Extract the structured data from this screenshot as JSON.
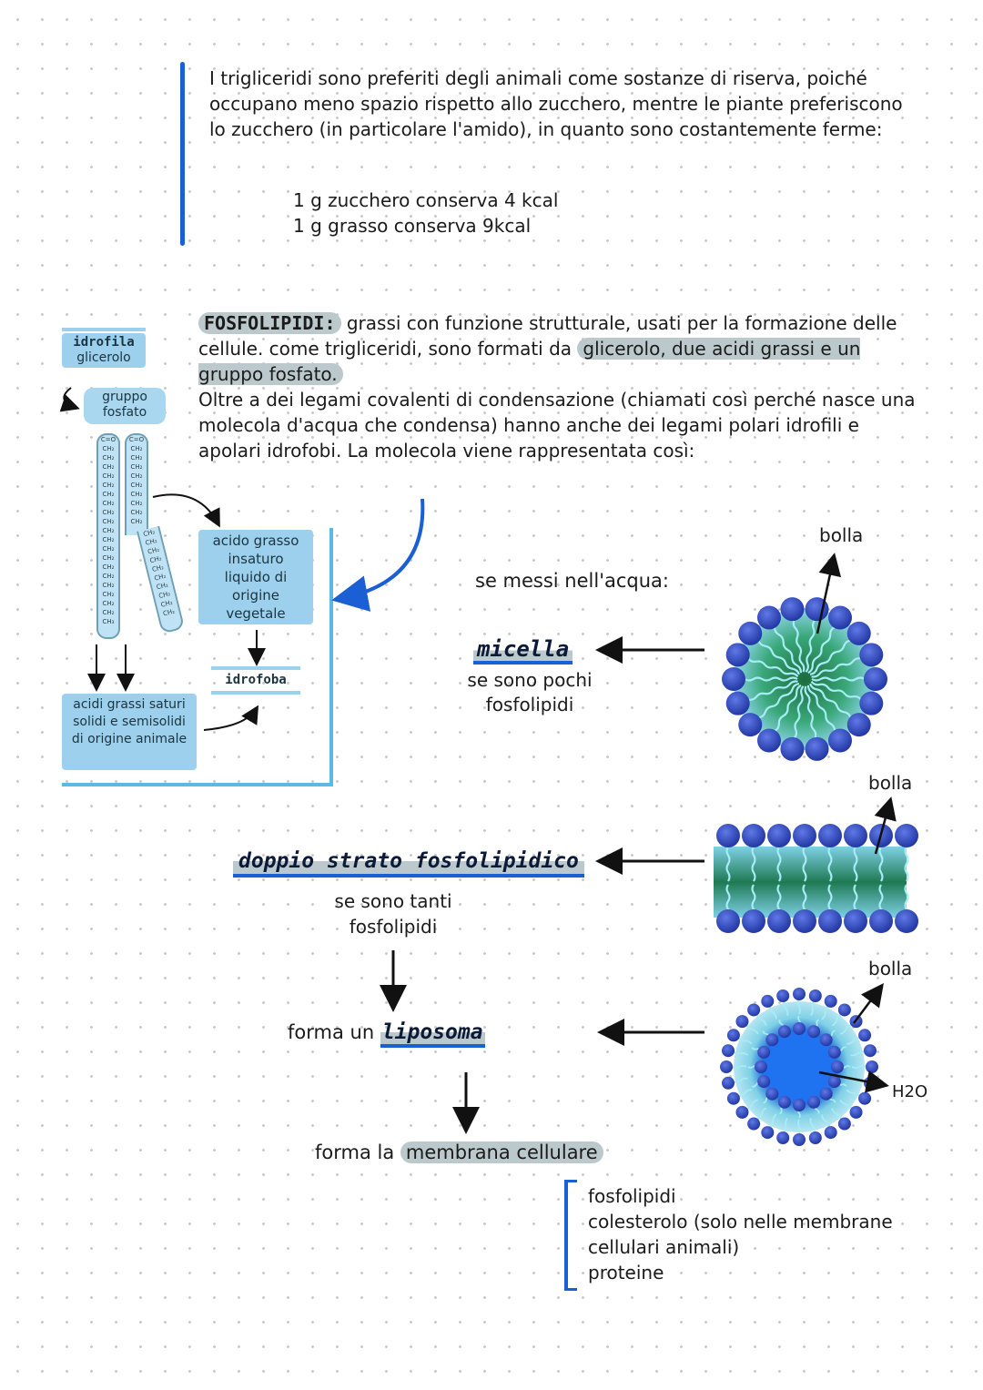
{
  "intro": {
    "paragraph": "I trigliceridi sono preferiti degli animali come sostanze di riserva, poiché occupano meno spazio rispetto allo zucchero, mentre le piante preferiscono lo zucchero (in particolare l'amido), in quanto sono costantemente ferme:",
    "line1": "1 g zucchero conserva 4 kcal",
    "line2": "1 g grasso conserva 9kcal"
  },
  "phospho": {
    "title": "FOSFOLIPIDI:",
    "text_a": " grassi con funzione strutturale, usati per la formazione delle cellule. come trigliceridi, sono formati da ",
    "highlight": "glicerolo, due acidi grassi e un gruppo fosfato.",
    "text_b": "Oltre a dei legami covalenti di condensazione (chiamati così perché nasce una molecola d'acqua che condensa) hanno anche dei legami polari idrofili e apolari idrofobi. La molecola viene rappresentata così:"
  },
  "molecule": {
    "label_idrofila": "idrofila",
    "label_glicerolo": "glicerolo",
    "label_fosfato": "gruppo fosfato",
    "label_insaturo": "acido grasso insaturo liquido di origine vegetale",
    "label_idrofoba": "idrofoba",
    "label_saturi": "acidi grassi saturi solidi e semisolidi di origine animale",
    "chain_top": "C=O",
    "chain_unit": "CH₂",
    "chain_end": "CH₃"
  },
  "water": {
    "intro": "se messi nell'acqua:",
    "micella_title": "micella",
    "micella_desc": "se sono pochi fosfolipidi",
    "bilayer_title": "doppio strato fosfolipidico",
    "bilayer_desc": "se sono tanti fosfolipidi",
    "liposoma_prefix": "forma un ",
    "liposoma_title": "liposoma",
    "membrana_prefix": "forma la ",
    "membrana_highlight": "membrana cellulare",
    "bolla1": "bolla",
    "bolla2": "bolla",
    "bolla3": "bolla",
    "h2o": "H2O"
  },
  "membrane_list": [
    "fosfolipidi",
    "colesterolo (solo nelle membrane cellulari animali)",
    "proteine"
  ],
  "colors": {
    "accent_blue": "#1a5fd4",
    "light_blue": "#9dd0ec",
    "highlight_grey": "#bcc9cc",
    "head_blue": "#2a46b8",
    "tail_green": "#1e7a52"
  }
}
